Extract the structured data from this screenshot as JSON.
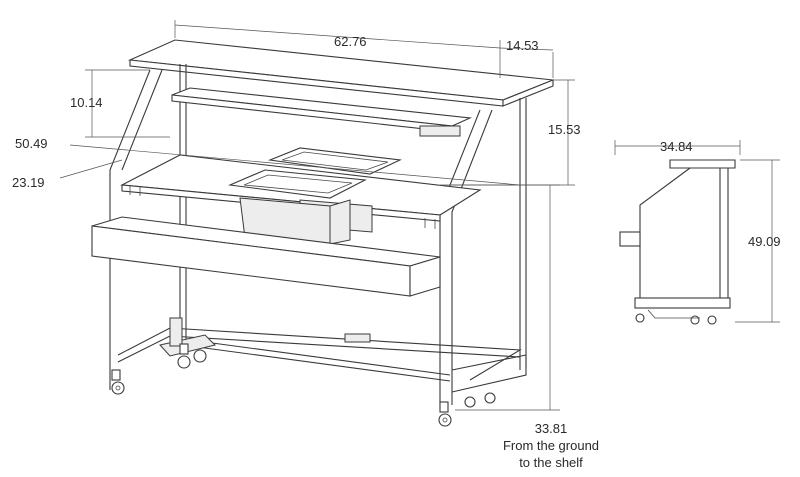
{
  "dimensions": {
    "width_top": "62.76",
    "depth_top": "14.53",
    "shelf_gap": "10.14",
    "top_height": "15.53",
    "counter_width": "50.49",
    "counter_depth": "23.19",
    "side_depth": "34.84",
    "side_height": "49.09",
    "shelf_height": "33.81"
  },
  "notes": {
    "shelf_line1": "From the ground",
    "shelf_line2": "to the shelf"
  }
}
